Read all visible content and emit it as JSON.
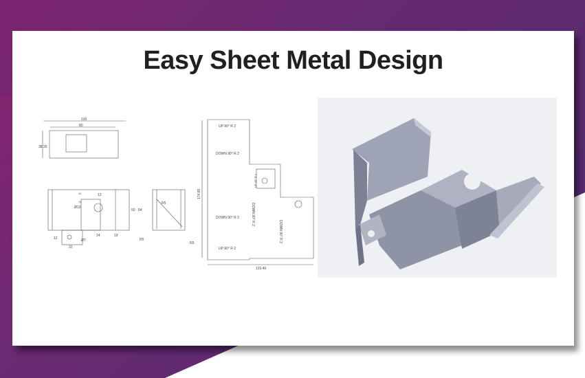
{
  "title": "Easy Sheet Metal Design",
  "drawing": {
    "top_view": {
      "width_overall": "100",
      "width_inner": "80",
      "height_overall": "38",
      "height_inner": "26"
    },
    "front_view": {
      "d1": "12",
      "d2": "10",
      "d3": "14",
      "hole": "Ø13",
      "h1": "50",
      "h2": "54",
      "w1": "24",
      "w2": "19",
      "tab_h": "12",
      "tab_w": "22",
      "tab_hole": "Ø7"
    },
    "side_view": {
      "r1": "R5",
      "r2": "R5",
      "r3": "R5"
    },
    "flat_pattern": {
      "bends": [
        "UP 90° R 2",
        "DOWN 90° R 2",
        "DOWN 90° R 2",
        "UP 90° R 2"
      ],
      "tab_bends": [
        "DOWN 90° R 2",
        "UP 90° R 1",
        "DOWN 90° R 2"
      ],
      "length": "174.85",
      "width": "133.40"
    }
  },
  "colors": {
    "background_start": "#8a2470",
    "background_end": "#4c2a6e",
    "card": "#ffffff",
    "part": "#8e93a6"
  }
}
